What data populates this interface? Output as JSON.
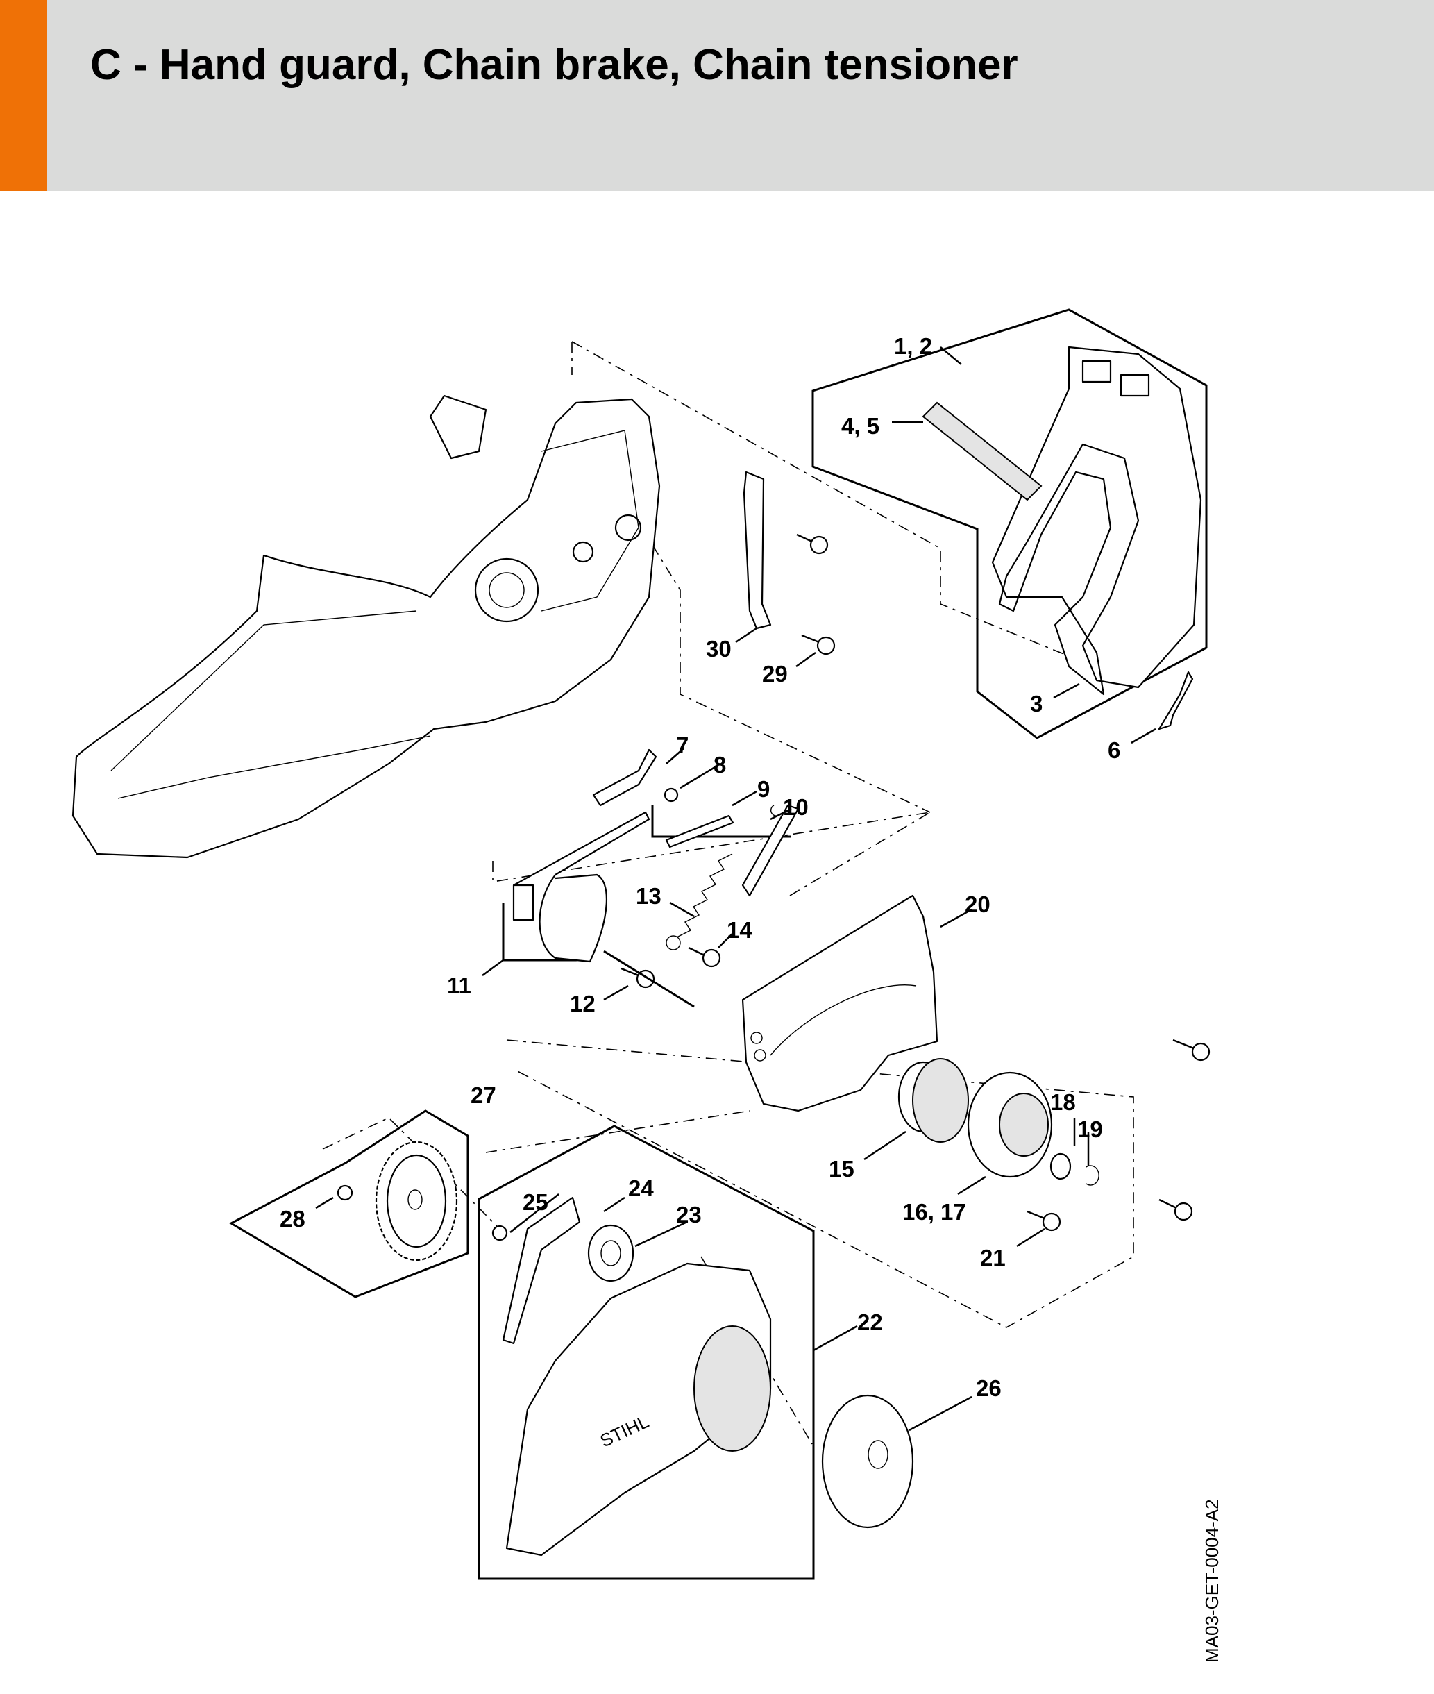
{
  "header": {
    "title": "C - Hand guard, Chain brake, Chain tensioner",
    "accent_color": "#ef7106",
    "background_color": "#dadbda"
  },
  "diagram": {
    "drawing_code": "MA03-GET-0004-A2",
    "labels": {
      "p1_2": "1, 2",
      "p3": "3",
      "p4_5": "4, 5",
      "p6": "6",
      "p7": "7",
      "p8": "8",
      "p9": "9",
      "p10": "10",
      "p11": "11",
      "p12": "12",
      "p13": "13",
      "p14": "14",
      "p15": "15",
      "p16_17": "16, 17",
      "p18": "18",
      "p19": "19",
      "p20": "20",
      "p21": "21",
      "p22": "22",
      "p23": "23",
      "p24": "24",
      "p25": "25",
      "p26": "26",
      "p27": "27",
      "p28": "28",
      "p29": "29",
      "p30": "30"
    },
    "logos": [
      "STIHL"
    ]
  }
}
